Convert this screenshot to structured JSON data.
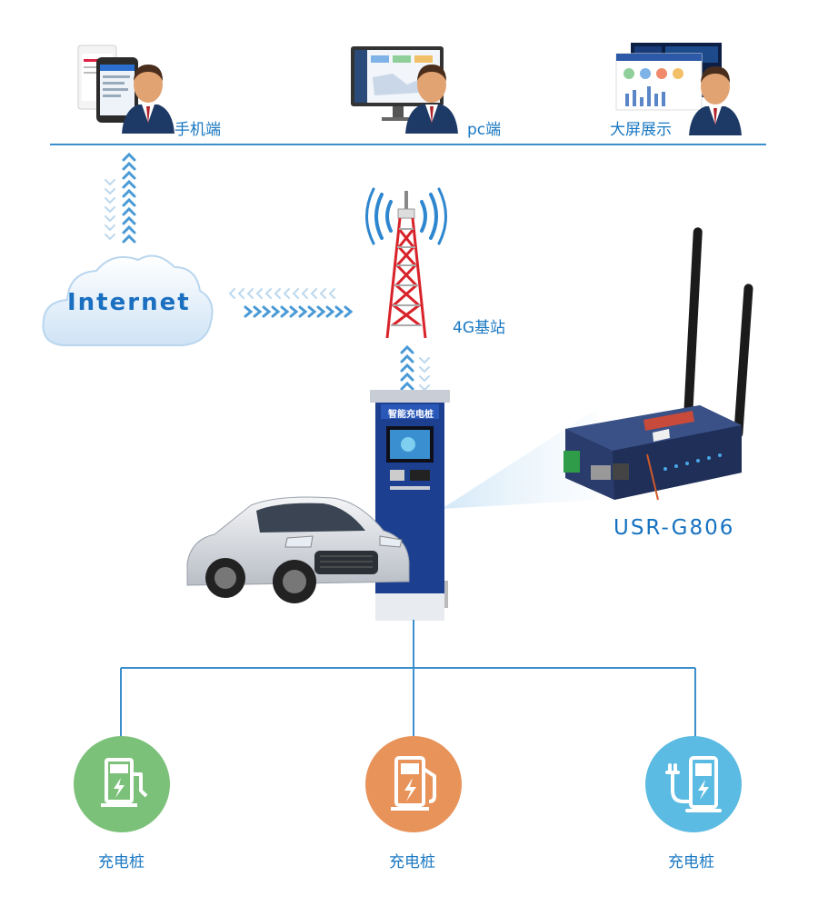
{
  "top_clients": [
    {
      "label": "手机端"
    },
    {
      "label": "pc端"
    },
    {
      "label": "大屏展示"
    }
  ],
  "internet": {
    "label": "Internet"
  },
  "tower": {
    "label": "4G基站"
  },
  "kiosk": {
    "title": "智能充电桩"
  },
  "router": {
    "model": "USR-G806"
  },
  "chargers": [
    {
      "label": "充电桩",
      "color": "#7cc17a"
    },
    {
      "label": "充电桩",
      "color": "#e8935a"
    },
    {
      "label": "充电桩",
      "color": "#5bbbe2"
    }
  ],
  "colors": {
    "line": "#3a8fcc",
    "accent": "#1a78c2",
    "tower_red": "#d8232a"
  }
}
